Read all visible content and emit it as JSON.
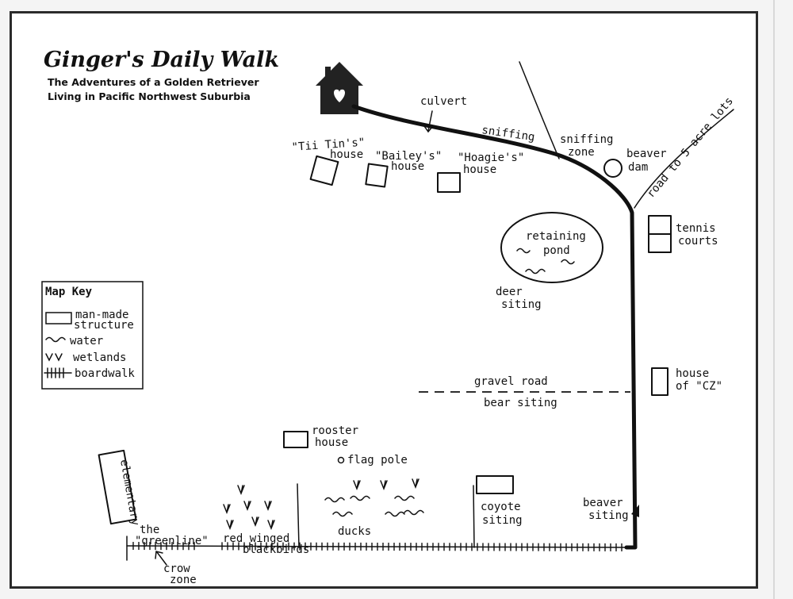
{
  "title": "Ginger's Daily Walk",
  "subtitle_1": "The Adventures of a Golden Retriever",
  "subtitle_2": "Living in Pacific Northwest Suburbia",
  "labels": {
    "culvert": "culvert",
    "sniffing": "sniffing",
    "sniffing_zone_1": "sniffing",
    "sniffing_zone_2": "zone",
    "beaver_dam_1": "beaver",
    "beaver_dam_2": "dam",
    "road": "road to 5 acre lots",
    "titin_1": "\"Tii Tin's\"",
    "titin_2": "house",
    "bailey_1": "\"Bailey's\"",
    "bailey_2": "house",
    "hoagie_1": "\"Hoagie's\"",
    "hoagie_2": "house",
    "tennis_1": "tennis",
    "tennis_2": "courts",
    "pond_1": "retaining",
    "pond_2": "pond",
    "deer_1": "deer",
    "deer_2": "siting",
    "gravel_road": "gravel road",
    "bear": "bear siting",
    "cz_1": "house",
    "cz_2": "of \"CZ\"",
    "rooster_1": "rooster",
    "rooster_2": "house",
    "flag_pole": "flag pole",
    "elementary": "elementary",
    "greenline_1": "the",
    "greenline_2": "\"greenline\"",
    "red_winged_1": "red winged",
    "red_winged_2": "blackbirds",
    "ducks": "ducks",
    "coyote_1": "coyote",
    "coyote_2": "siting",
    "beaver_siting_1": "beaver",
    "beaver_siting_2": "siting",
    "crow_1": "crow",
    "crow_2": "zone"
  },
  "map_key": {
    "title": "Map Key",
    "structure_1": "man-made",
    "structure_2": "structure",
    "water": "water",
    "wetlands": "wetlands",
    "boardwalk": "boardwalk"
  },
  "icons": {
    "home": "house-heart-icon"
  },
  "colors": {
    "ink": "#111111",
    "paper": "#ffffff"
  }
}
